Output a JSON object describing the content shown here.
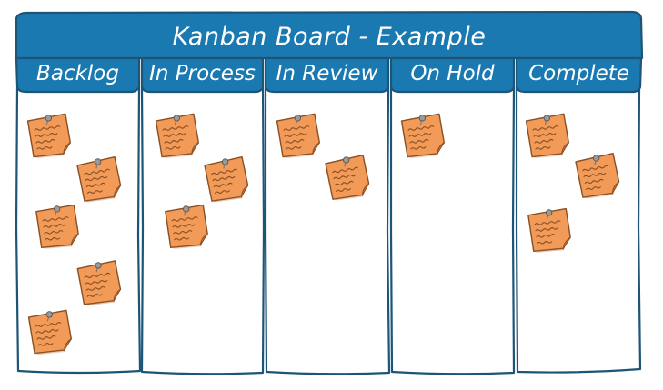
{
  "board": {
    "title": "Kanban Board - Example"
  },
  "columns": [
    {
      "id": "backlog",
      "label": "Backlog",
      "notes": 5
    },
    {
      "id": "in-process",
      "label": "In Process",
      "notes": 3
    },
    {
      "id": "in-review",
      "label": "In Review",
      "notes": 2
    },
    {
      "id": "on-hold",
      "label": "On Hold",
      "notes": 1
    },
    {
      "id": "complete",
      "label": "Complete",
      "notes": 3
    }
  ],
  "colors": {
    "header_blue": "#1b79b1",
    "outline": "#1e5577",
    "note_orange": "#f29a57",
    "note_edge": "#8a4f22",
    "pin": "#7a7a7a"
  },
  "icons": {
    "note": "sticky-note-icon",
    "pin": "pushpin-icon"
  }
}
